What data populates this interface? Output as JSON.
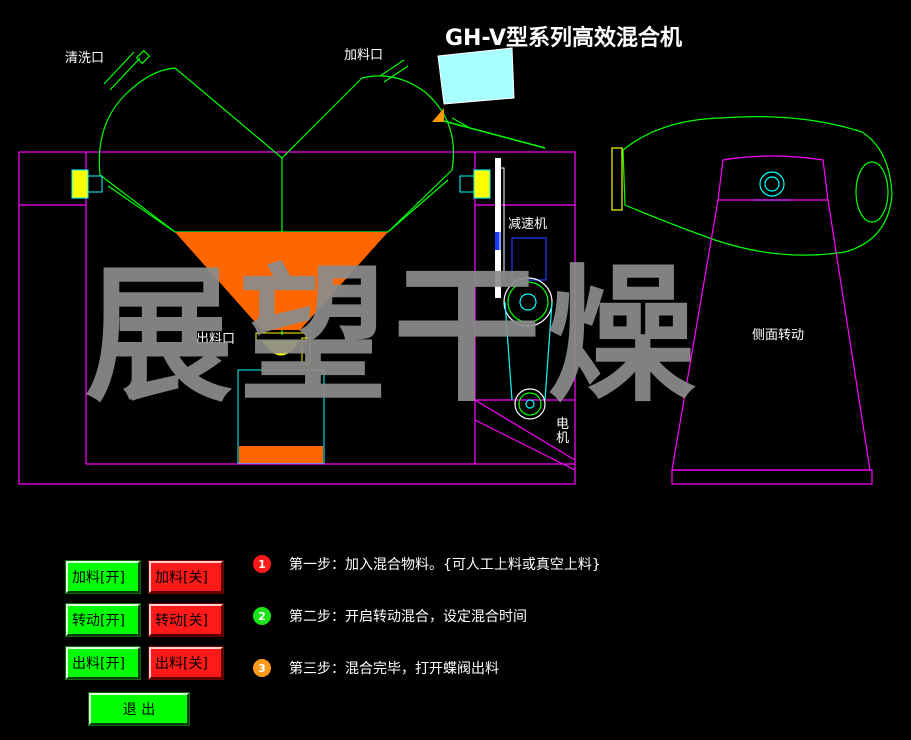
{
  "title": "GH-V型系列高效混合机",
  "labels": {
    "clean_port": "清洗口",
    "feed_port": "加料口",
    "reducer": "减速机",
    "discharge_port": "出料口",
    "motor": "电机",
    "side_drive": "侧面转动"
  },
  "watermark": "展望干燥",
  "buttons": {
    "feed_on": "加料[开]",
    "feed_off": "加料[关]",
    "rotate_on": "转动[开]",
    "rotate_off": "转动[关]",
    "discharge_on": "出料[开]",
    "discharge_off": "出料[关]",
    "exit": "退 出"
  },
  "steps": [
    {
      "num": "1",
      "text": "第一步：加入混合物料。{可人工上料或真空上料}",
      "color": "#ff1a1a"
    },
    {
      "num": "2",
      "text": "第二步：开启转动混合，设定混合时间",
      "color": "#19e619"
    },
    {
      "num": "3",
      "text": "第三步：混合完毕，打开蝶阀出料",
      "color": "#ff9a1a"
    }
  ],
  "colors": {
    "frame": "#ff00ff",
    "machine_line": "#00ff00",
    "material": "#ff6600",
    "valve": "#ffff00",
    "cyan": "#00ffff",
    "button_on": "#00ff00",
    "button_off": "#ff1a1a"
  }
}
